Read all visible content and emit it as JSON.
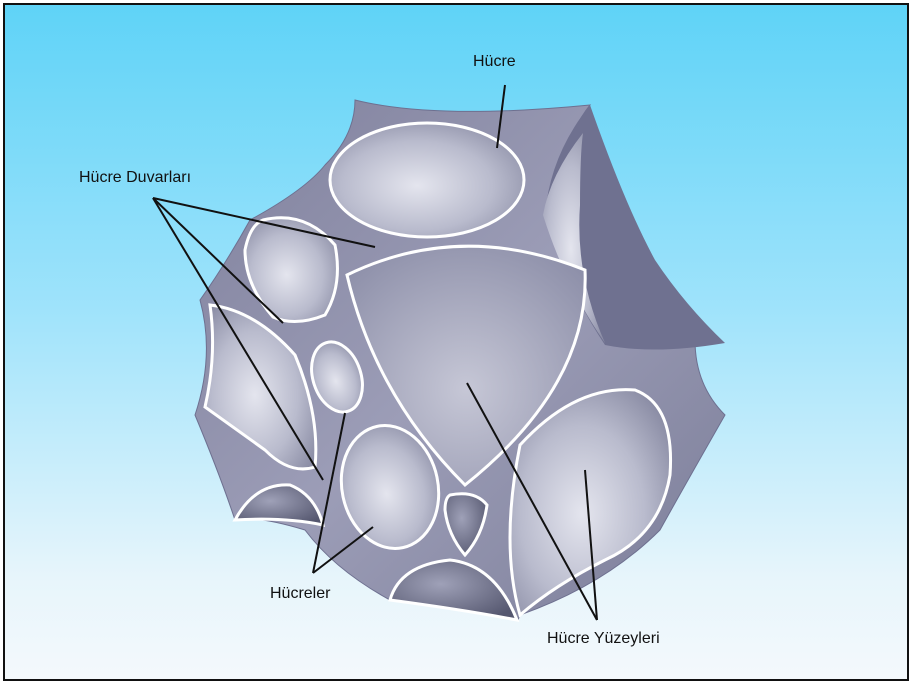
{
  "labels": {
    "cell": "Hücre",
    "cell_walls": "Hücre Duvarları",
    "cells": "Hücreler",
    "cell_faces": "Hücre Yüzeyleri"
  },
  "colors": {
    "background_top": "#5fd3f7",
    "background_bottom": "#f4f9fc",
    "foam": "#8f90ad",
    "pore": "#c9cbd9",
    "outline": "#ffffff",
    "leader": "#111111"
  }
}
